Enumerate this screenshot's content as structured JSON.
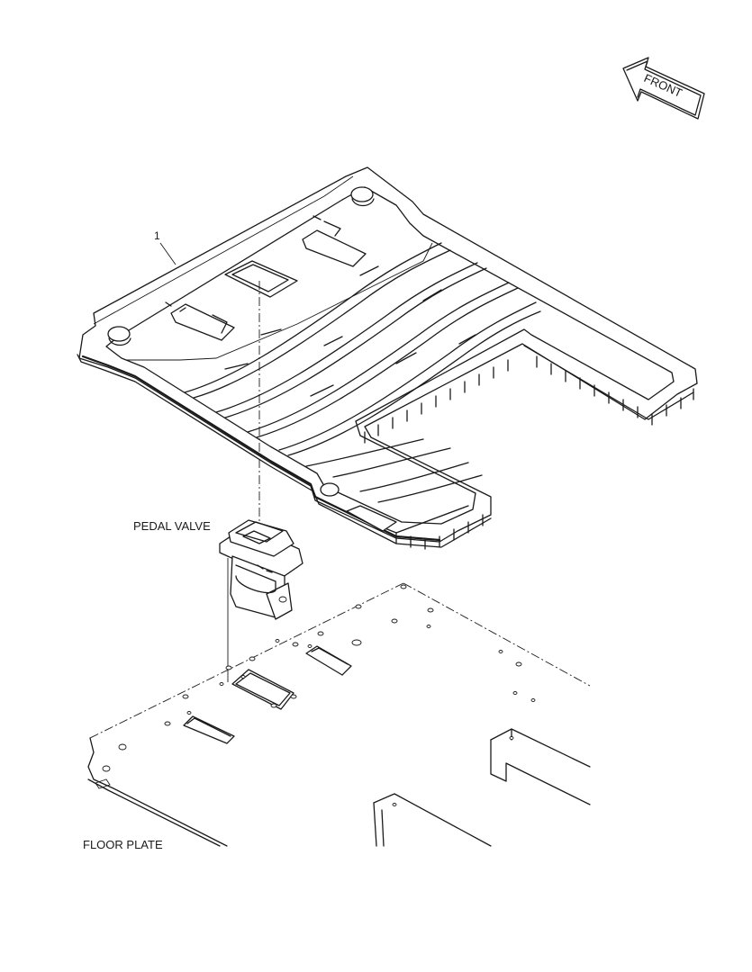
{
  "labels": {
    "front": "FRONT",
    "part_number": "1",
    "pedal_valve": "PEDAL VALVE",
    "floor_plate": "FLOOR PLATE"
  },
  "colors": {
    "line": "#1a1a1a",
    "background": "#ffffff"
  }
}
